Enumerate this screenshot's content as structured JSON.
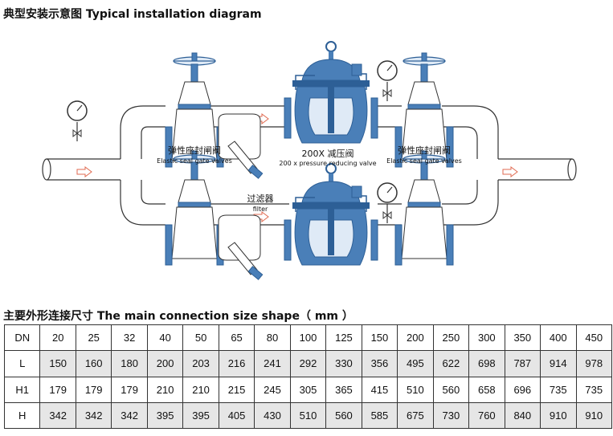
{
  "diagram": {
    "title": "典型安装示意图 Typical installation diagram",
    "labels": {
      "gate_valve_left_zh": "弹性座封闸阀",
      "gate_valve_left_en": "Elastic seal gate valves",
      "reducing_valve_zh": "200X 减压阀",
      "reducing_valve_en": "200 x pressure reducing valve",
      "gate_valve_right_zh": "弹性座封闸阀",
      "gate_valve_right_en": "Elastic seal gate valves",
      "filter_zh": "过滤器",
      "filter_en": "filter"
    },
    "colors": {
      "valve_blue": "#4a7fb8",
      "pipe_outline": "#333333",
      "flow_arrow": "#e06a50"
    }
  },
  "table": {
    "title": "主要外形连接尺寸 The main connection size shape（ mm ）",
    "rows": [
      {
        "head": "DN",
        "cells": [
          "20",
          "25",
          "32",
          "40",
          "50",
          "65",
          "80",
          "100",
          "125",
          "150",
          "200",
          "250",
          "300",
          "350",
          "400",
          "450"
        ]
      },
      {
        "head": "L",
        "cells": [
          "150",
          "160",
          "180",
          "200",
          "203",
          "216",
          "241",
          "292",
          "330",
          "356",
          "495",
          "622",
          "698",
          "787",
          "914",
          "978"
        ]
      },
      {
        "head": "H1",
        "cells": [
          "179",
          "179",
          "179",
          "210",
          "210",
          "215",
          "245",
          "305",
          "365",
          "415",
          "510",
          "560",
          "658",
          "696",
          "735",
          "735"
        ]
      },
      {
        "head": "H",
        "cells": [
          "342",
          "342",
          "342",
          "395",
          "395",
          "405",
          "430",
          "510",
          "560",
          "585",
          "675",
          "730",
          "760",
          "840",
          "910",
          "910"
        ]
      }
    ]
  }
}
